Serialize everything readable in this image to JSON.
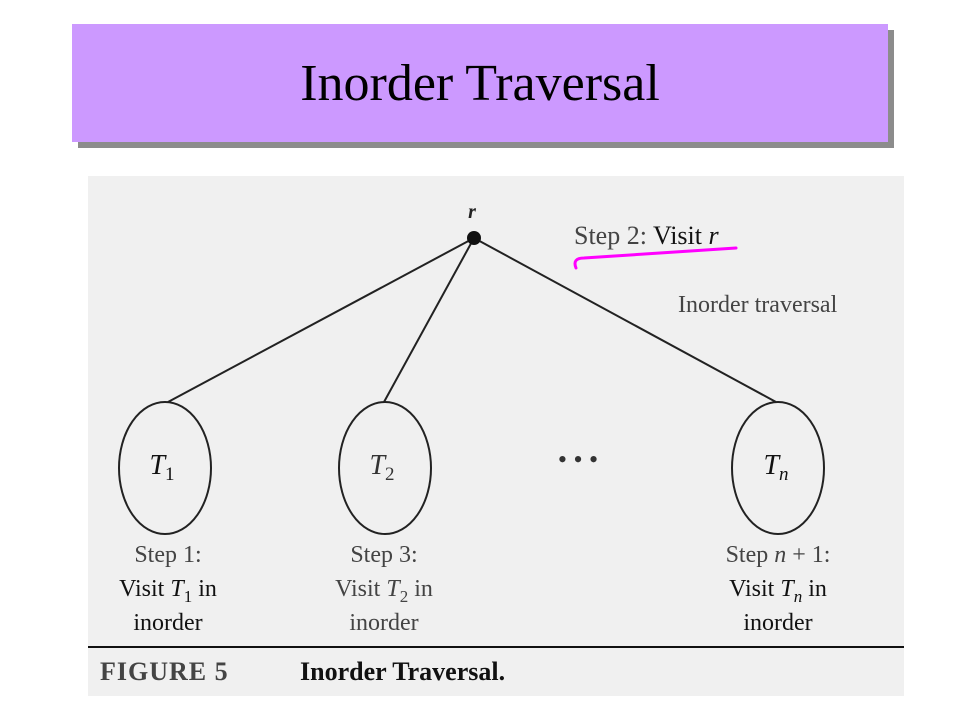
{
  "slide": {
    "title": "Inorder Traversal"
  },
  "diagram": {
    "root_label": "r",
    "root_step": "Step 2: Visit r",
    "side_note": "Inorder traversal",
    "ellipsis": "• • •",
    "subtrees": [
      {
        "name": "T",
        "subscript": "1",
        "step": "Step 1:",
        "visit_prefix": "Visit ",
        "visit_var": "T",
        "visit_sub": "1",
        "visit_suffix": " in",
        "order": "inorder"
      },
      {
        "name": "T",
        "subscript": "2",
        "step": "Step 3:",
        "visit_prefix": "Visit ",
        "visit_var": "T",
        "visit_sub": "2",
        "visit_suffix": " in",
        "order": "inorder"
      },
      {
        "name": "T",
        "subscript": "n",
        "step": "Step n + 1:",
        "visit_prefix": "Visit ",
        "visit_var": "T",
        "visit_sub": "n",
        "visit_suffix": " in",
        "order": "inorder"
      }
    ],
    "caption_label": "FIGURE 5",
    "caption_text": "Inorder Traversal.",
    "colors": {
      "title_background": "#cc99ff",
      "annotation": "#ff00ff",
      "figure_background": "#f0f0f0",
      "text": "#000000",
      "step_text": "#444444"
    }
  }
}
